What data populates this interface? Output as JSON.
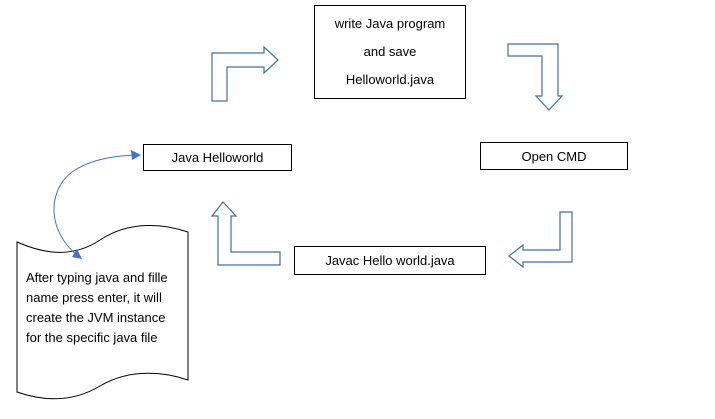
{
  "steps": {
    "write": {
      "line1": "write Java program",
      "line2": "and save",
      "line3": "Helloworld.java"
    },
    "open_cmd": "Open CMD",
    "compile": "Javac Hello world.java",
    "run": "Java Helloworld"
  },
  "note": {
    "line1": "After typing java and fille",
    "line2": "name press enter, it will",
    "line3": "create the JVM instance",
    "line4": "for the specific java file"
  },
  "colors": {
    "outline": "#000000",
    "arrow_stroke": "#41719c",
    "connector": "#4472c4",
    "background": "#ffffff"
  }
}
